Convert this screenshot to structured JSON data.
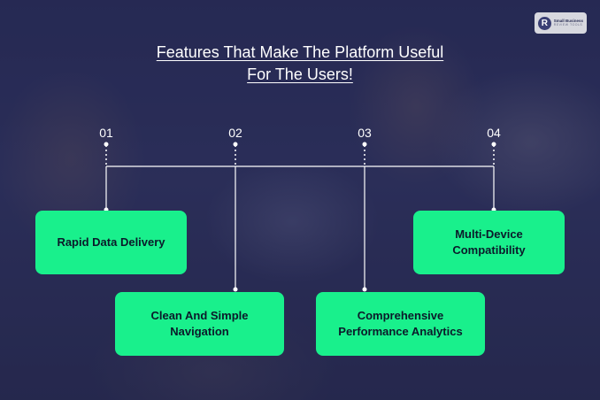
{
  "logo": {
    "mark": "R",
    "line1": "Small Business",
    "line2": "REVIEW TOOLS"
  },
  "title": {
    "line1": "Features That Make The Platform Useful",
    "line2": "For The Users!"
  },
  "steps": [
    {
      "number": "01",
      "label": "Rapid Data Delivery"
    },
    {
      "number": "02",
      "label": "Clean And Simple Navigation"
    },
    {
      "number": "03",
      "label": "Comprehensive Performance Analytics"
    },
    {
      "number": "04",
      "label": "Multi-Device Compatibility"
    }
  ],
  "colors": {
    "box": "#19f08c",
    "line": "#ffffff",
    "title": "#ffffff"
  }
}
